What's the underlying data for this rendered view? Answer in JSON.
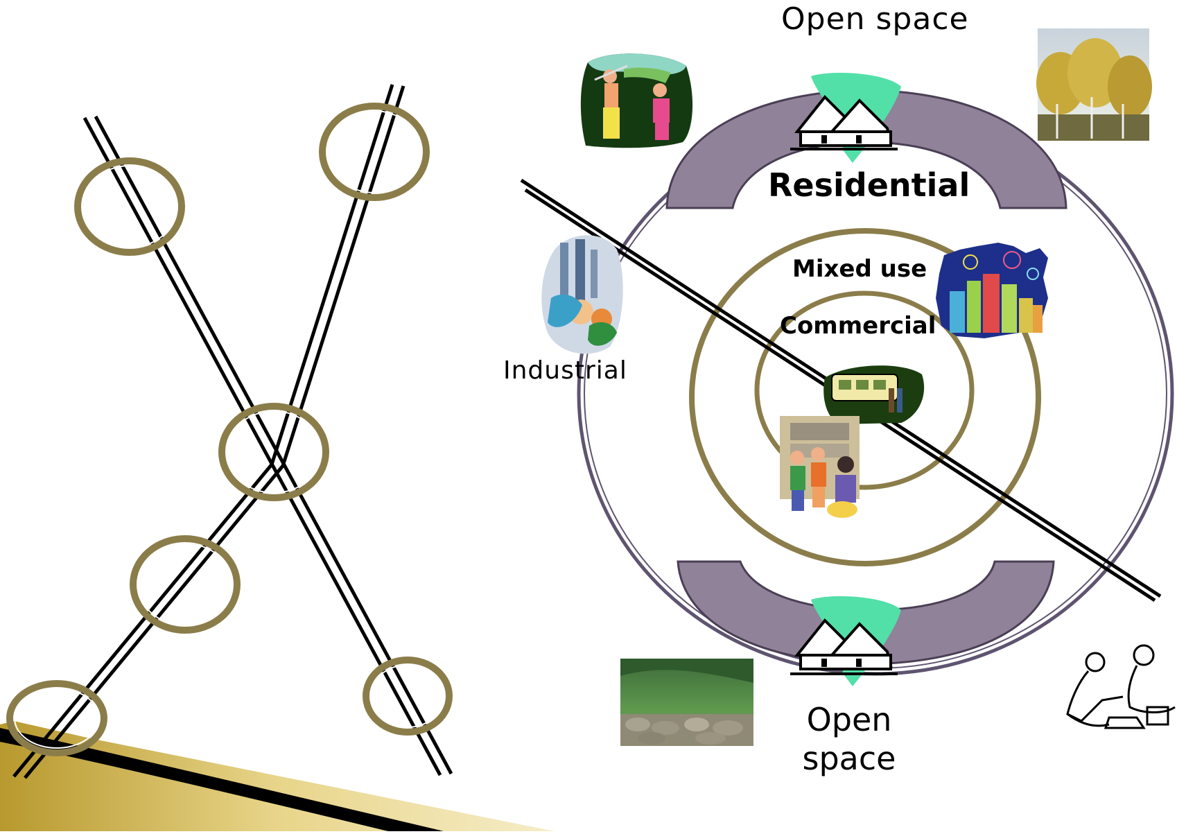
{
  "labels": {
    "open_space_top": "Open space",
    "residential": "Residential",
    "mixed_use": "Mixed use",
    "commercial": "Commercial",
    "industrial": "Industrial",
    "open_space_bottom": "Open space"
  },
  "colors": {
    "node_ring": "#8b7d4a",
    "zone_ring": "#5f5470",
    "arc_fill": "#908298",
    "road": "#000000",
    "accent_gold": "#c8b04a"
  }
}
